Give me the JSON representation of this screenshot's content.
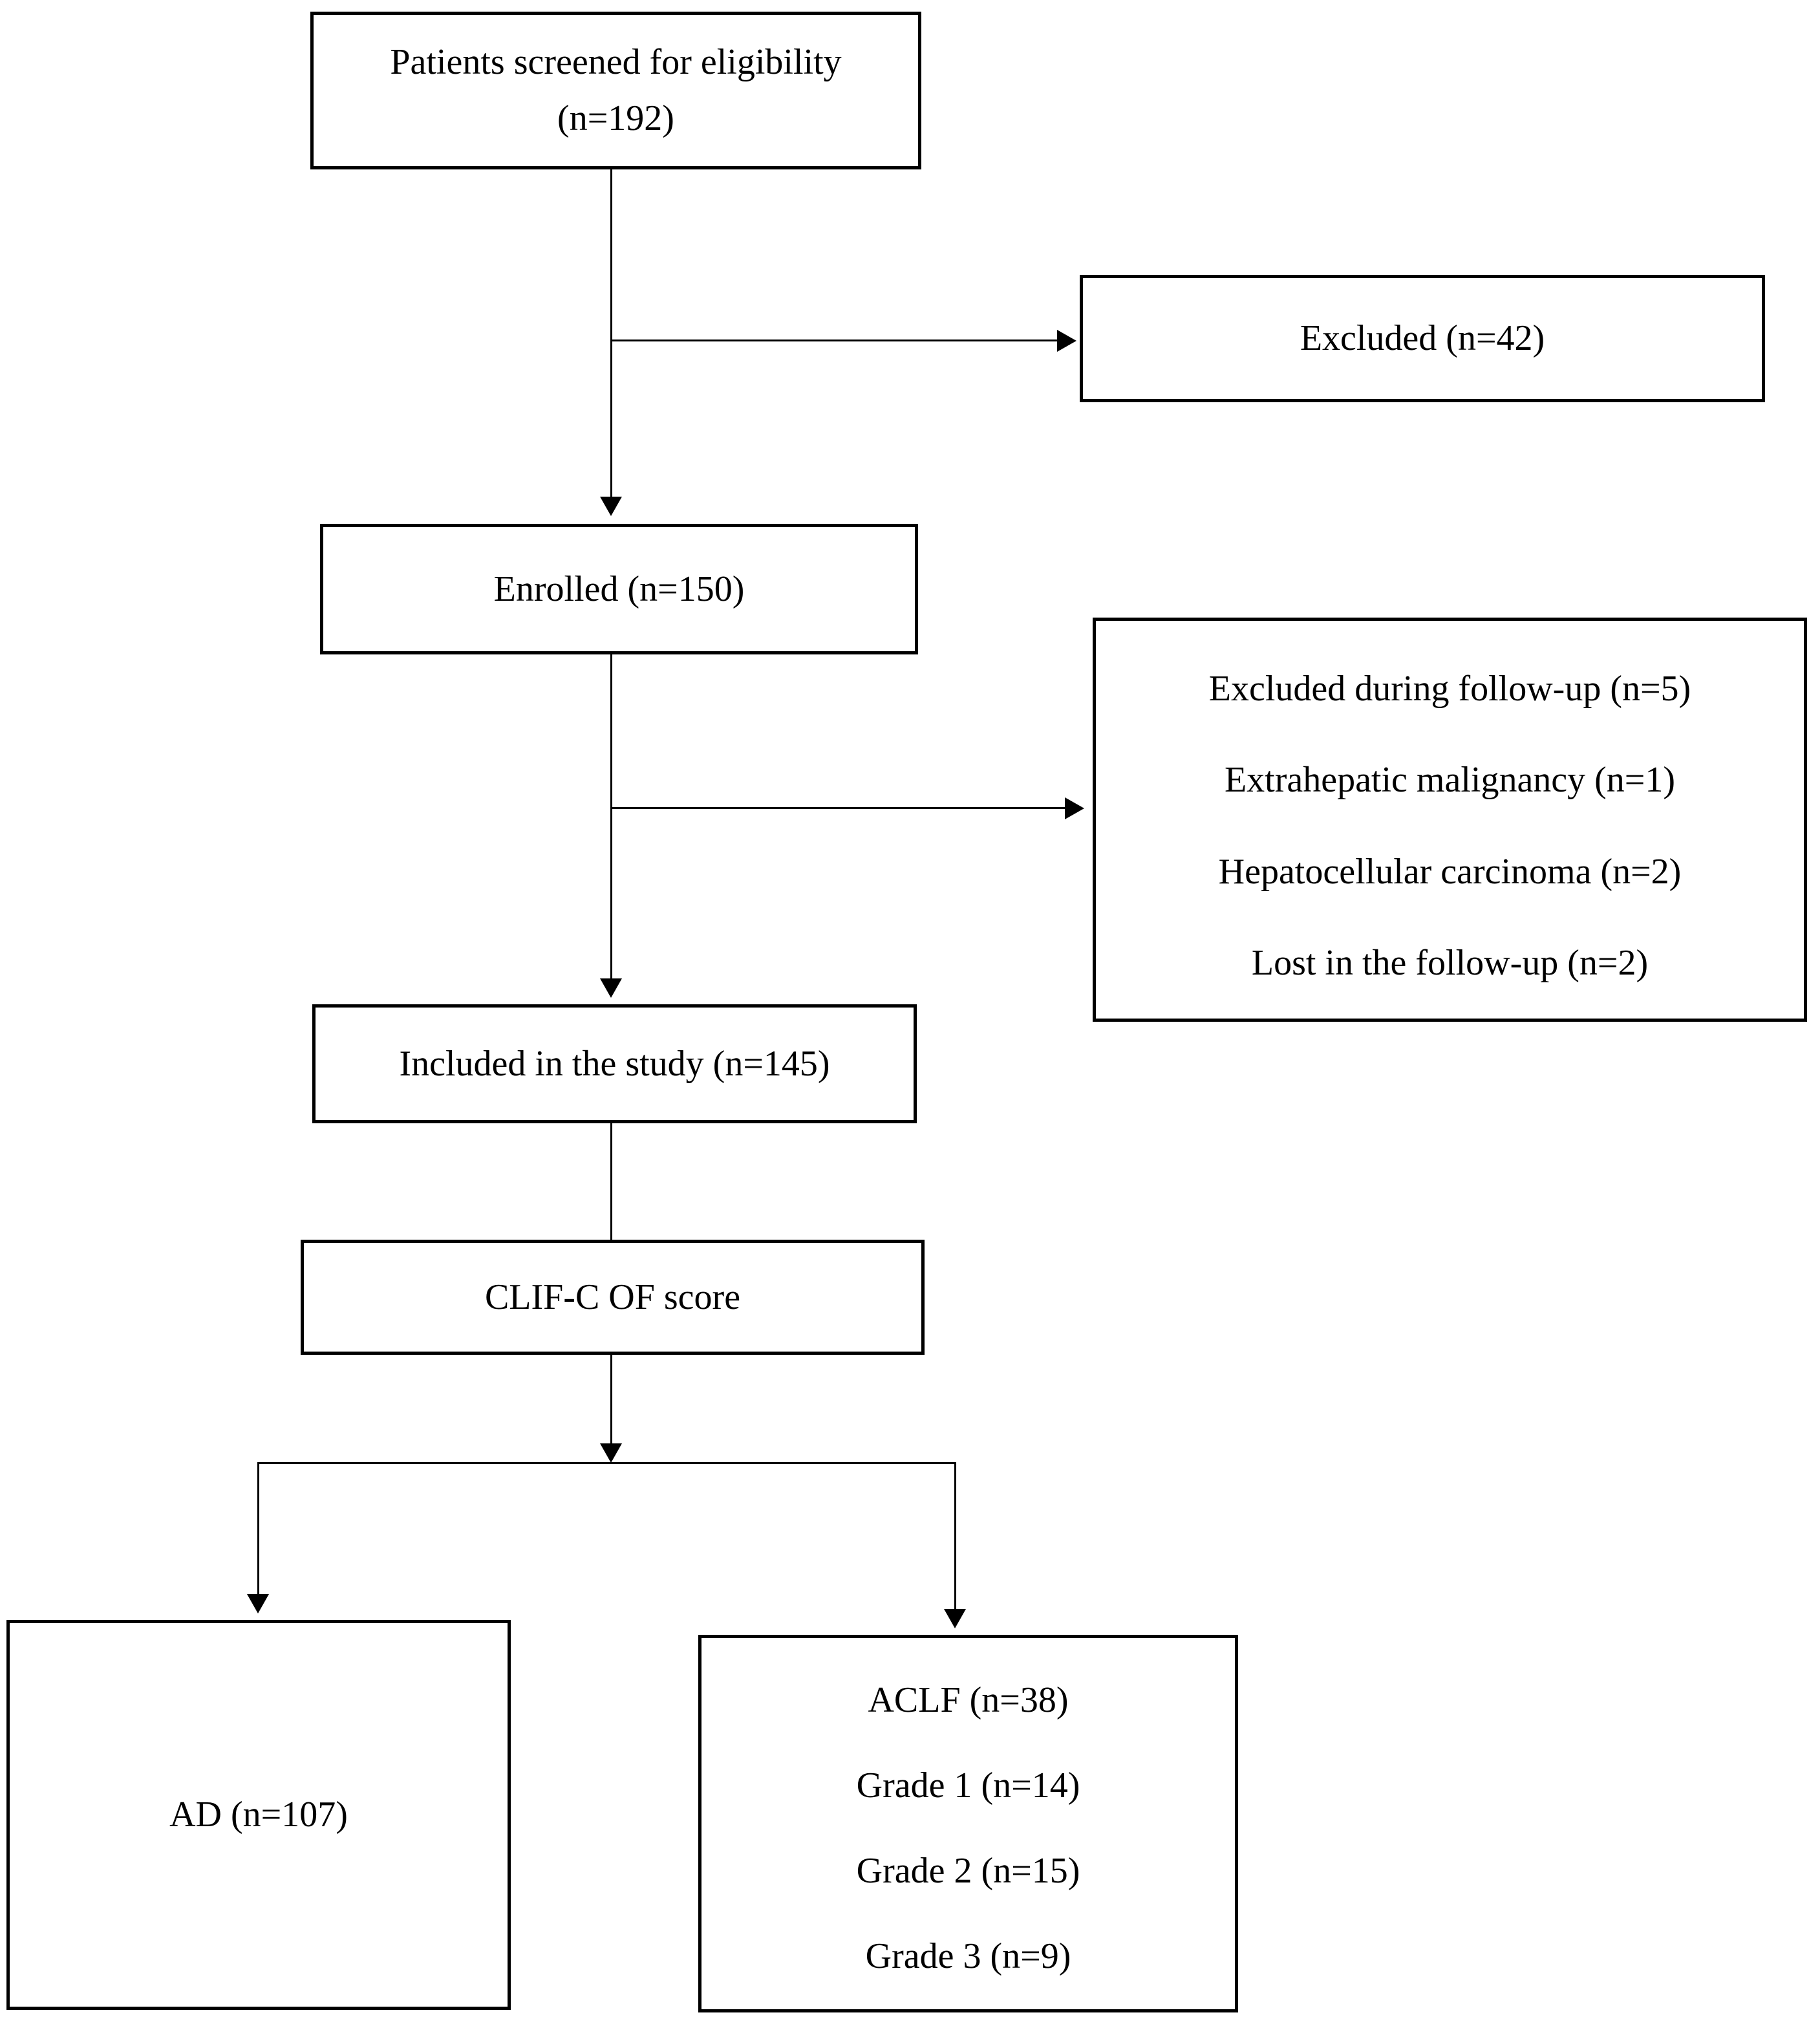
{
  "diagram": {
    "type": "flowchart",
    "colors": {
      "border": "#000000",
      "background": "#ffffff",
      "text": "#000000"
    },
    "boxes": {
      "screened": {
        "label": "Patients screened for eligibility\n(n=192)"
      },
      "excluded": {
        "label": "Excluded (n=42)"
      },
      "enrolled": {
        "label": "Enrolled (n=150)"
      },
      "excluded_followup": {
        "lines": [
          "Excluded during follow-up (n=5)",
          "Extrahepatic malignancy (n=1)",
          "Hepatocellular carcinoma (n=2)",
          "Lost in the follow-up (n=2)"
        ]
      },
      "included": {
        "label": "Included in the study (n=145)"
      },
      "clif": {
        "label": "CLIF-C OF score"
      },
      "ad": {
        "label": "AD (n=107)"
      },
      "aclf": {
        "lines": [
          "ACLF (n=38)",
          "Grade 1 (n=14)",
          "Grade 2 (n=15)",
          "Grade 3 (n=9)"
        ]
      }
    }
  }
}
